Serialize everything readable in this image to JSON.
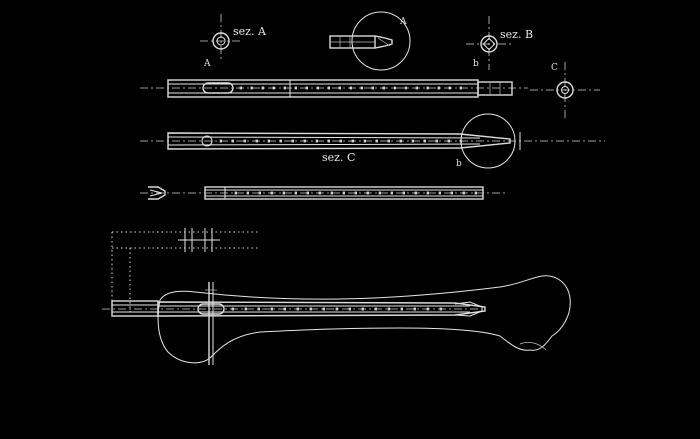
{
  "drawing": {
    "labels": {
      "sez_a": "sez. A",
      "sez_b": "sez. B",
      "sez_c": "sez. C",
      "mark_a_top": "A",
      "mark_a_bar": "A",
      "mark_b_bar": "b",
      "mark_b_circle": "b",
      "mark_c": "C",
      "mark_detail": "A"
    },
    "colors": {
      "background": "#000000",
      "line": "#e6e6e6"
    }
  }
}
